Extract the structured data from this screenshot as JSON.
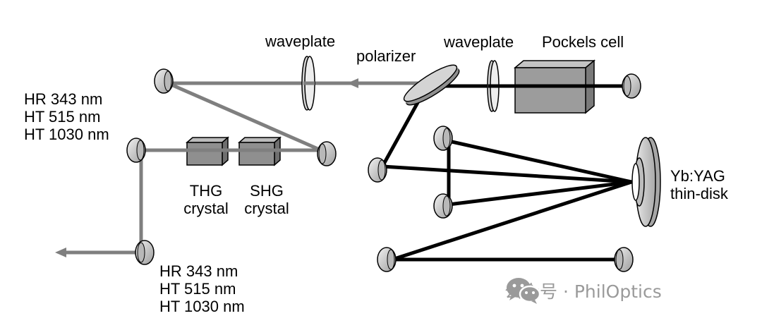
{
  "labels": {
    "waveplate_left": "waveplate",
    "polarizer": "polarizer",
    "waveplate_right": "waveplate",
    "pockels_cell": "Pockels cell",
    "mirror_top_left": [
      "HR 343 nm",
      "HT 515 nm",
      "HT 1030 nm"
    ],
    "mirror_bottom_left": [
      "HR 343 nm",
      "HT 515 nm",
      "HT 1030 nm"
    ],
    "thg": [
      "THG",
      "crystal"
    ],
    "shg": [
      "SHG",
      "crystal"
    ],
    "thin_disk": [
      "Yb:YAG",
      "thin-disk"
    ]
  },
  "watermark": {
    "text": "公众号 · PhilOptics",
    "icon": "wechat-icon"
  },
  "colors": {
    "cavity_beam": "#000000",
    "harmonic_beam": "#7f7f7f",
    "optic_fill": "#c9c9c9",
    "crystal_fill": "#8f8f8f",
    "watermark": "#9a9a9a"
  }
}
